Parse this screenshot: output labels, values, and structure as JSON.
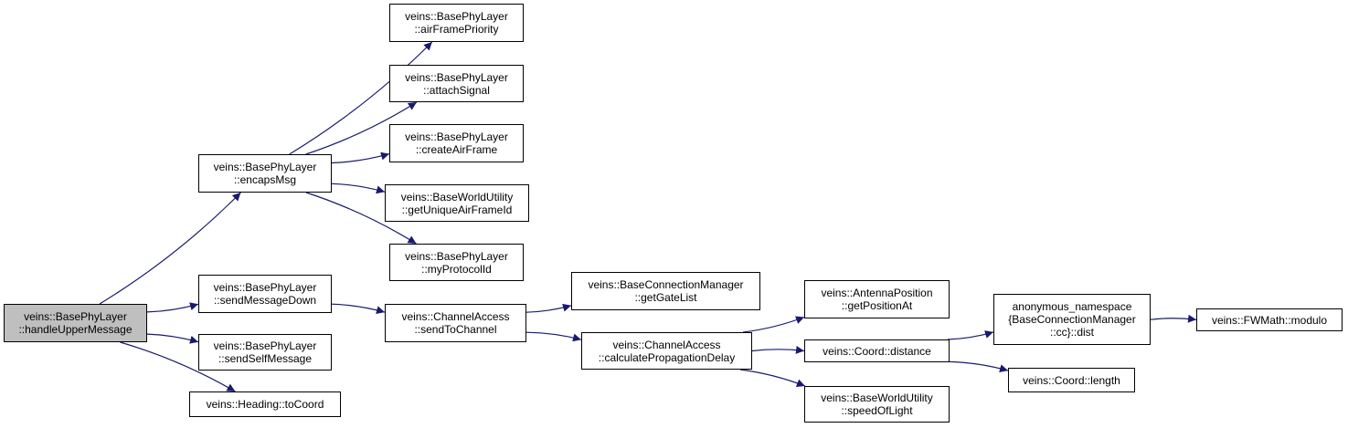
{
  "colors": {
    "edge": "#191970",
    "node_border": "#000000",
    "root_fill": "#bfbfbf",
    "node_fill": "#ffffff"
  },
  "nodes": {
    "handleUpperMessage": {
      "lines": [
        "veins::BasePhyLayer",
        "::handleUpperMessage"
      ],
      "root": true
    },
    "encapsMsg": {
      "lines": [
        "veins::BasePhyLayer",
        "::encapsMsg"
      ]
    },
    "sendMessageDown": {
      "lines": [
        "veins::BasePhyLayer",
        "::sendMessageDown"
      ]
    },
    "sendSelfMessage": {
      "lines": [
        "veins::BasePhyLayer",
        "::sendSelfMessage"
      ]
    },
    "toCoord": {
      "lines": [
        "veins::Heading::toCoord"
      ]
    },
    "airFramePriority": {
      "lines": [
        "veins::BasePhyLayer",
        "::airFramePriority"
      ]
    },
    "attachSignal": {
      "lines": [
        "veins::BasePhyLayer",
        "::attachSignal"
      ]
    },
    "createAirFrame": {
      "lines": [
        "veins::BasePhyLayer",
        "::createAirFrame"
      ]
    },
    "getUniqueAirFrameId": {
      "lines": [
        "veins::BaseWorldUtility",
        "::getUniqueAirFrameId"
      ]
    },
    "myProtocolId": {
      "lines": [
        "veins::BasePhyLayer",
        "::myProtocolId"
      ]
    },
    "sendToChannel": {
      "lines": [
        "veins::ChannelAccess",
        "::sendToChannel"
      ]
    },
    "getGateList": {
      "lines": [
        "veins::BaseConnectionManager",
        "::getGateList"
      ]
    },
    "calculatePropagationDelay": {
      "lines": [
        "veins::ChannelAccess",
        "::calculatePropagationDelay"
      ]
    },
    "getPositionAt": {
      "lines": [
        "veins::AntennaPosition",
        "::getPositionAt"
      ]
    },
    "distance": {
      "lines": [
        "veins::Coord::distance"
      ]
    },
    "speedOfLight": {
      "lines": [
        "veins::BaseWorldUtility",
        "::speedOfLight"
      ]
    },
    "dist": {
      "lines": [
        "anonymous_namespace",
        "{BaseConnectionManager",
        "::cc}::dist"
      ]
    },
    "modulo": {
      "lines": [
        "veins::FWMath::modulo"
      ]
    },
    "length": {
      "lines": [
        "veins::Coord::length"
      ]
    }
  },
  "edges": [
    [
      "handleUpperMessage",
      "encapsMsg"
    ],
    [
      "handleUpperMessage",
      "sendMessageDown"
    ],
    [
      "handleUpperMessage",
      "sendSelfMessage"
    ],
    [
      "handleUpperMessage",
      "toCoord"
    ],
    [
      "encapsMsg",
      "airFramePriority"
    ],
    [
      "encapsMsg",
      "attachSignal"
    ],
    [
      "encapsMsg",
      "createAirFrame"
    ],
    [
      "encapsMsg",
      "getUniqueAirFrameId"
    ],
    [
      "encapsMsg",
      "myProtocolId"
    ],
    [
      "sendMessageDown",
      "sendToChannel"
    ],
    [
      "sendToChannel",
      "getGateList"
    ],
    [
      "sendToChannel",
      "calculatePropagationDelay"
    ],
    [
      "calculatePropagationDelay",
      "getPositionAt"
    ],
    [
      "calculatePropagationDelay",
      "distance"
    ],
    [
      "calculatePropagationDelay",
      "speedOfLight"
    ],
    [
      "distance",
      "dist"
    ],
    [
      "distance",
      "length"
    ],
    [
      "dist",
      "modulo"
    ]
  ]
}
